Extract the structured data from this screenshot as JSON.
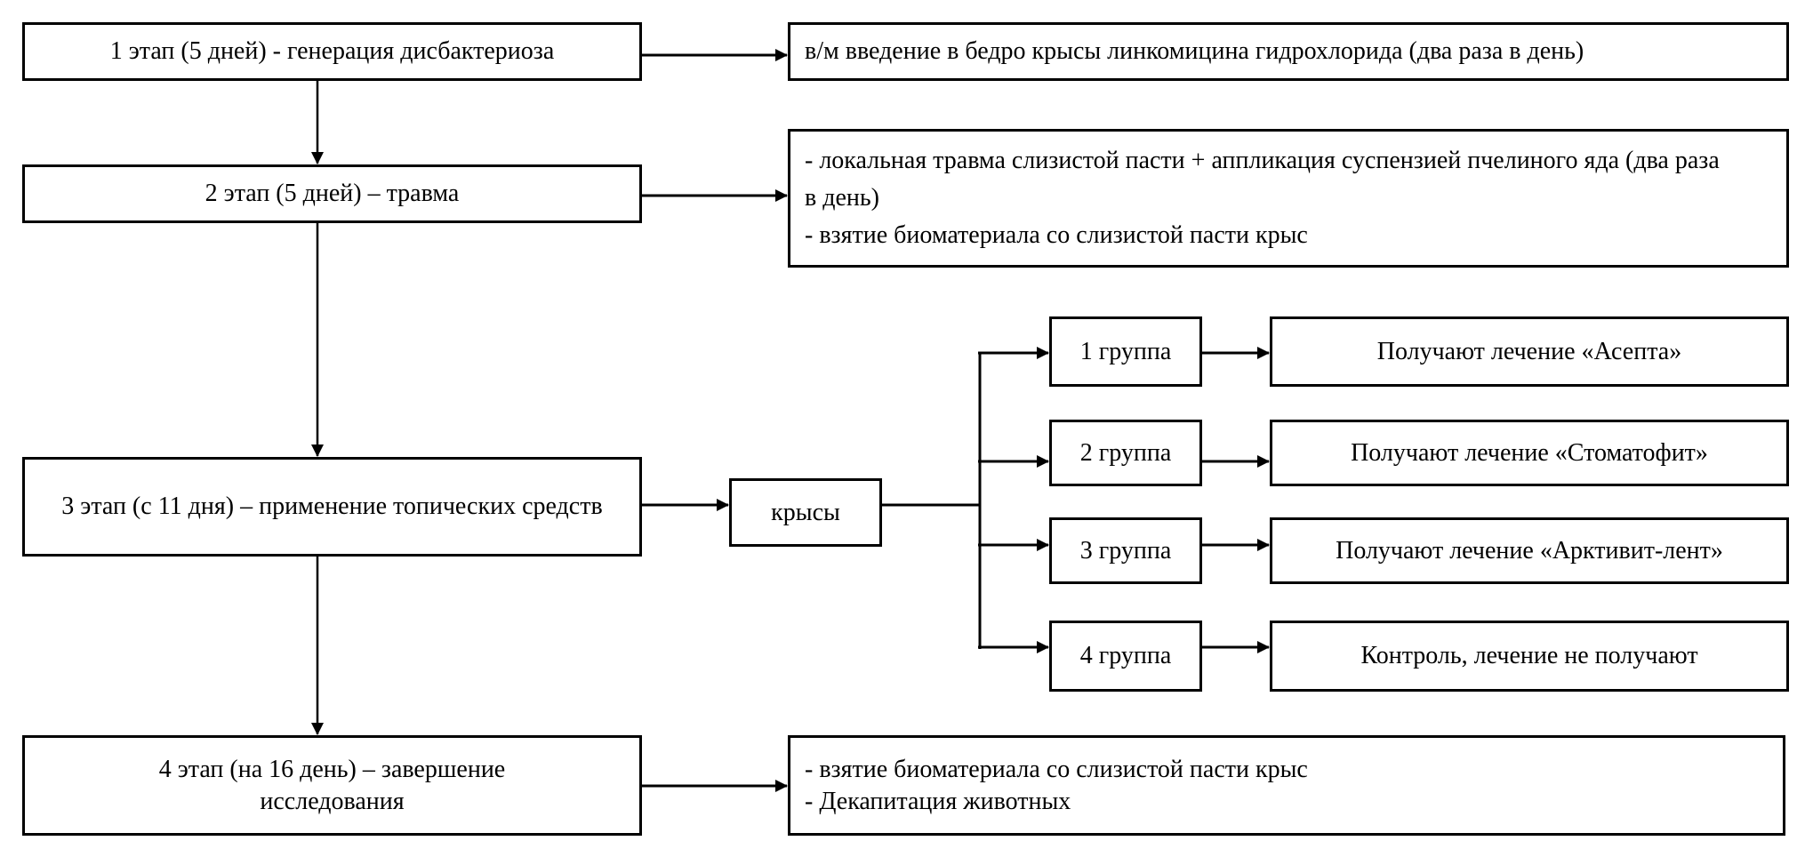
{
  "diagram": {
    "stages": [
      {
        "id": "stage1",
        "label": "1 этап  (5 дней) - генерация дисбактериоза"
      },
      {
        "id": "stage2",
        "label": "2 этап  (5 дней) – травма"
      },
      {
        "id": "stage3",
        "label": "3 этап  (с 11 дня) – применение топических средств"
      },
      {
        "id": "stage4",
        "label": "4 этап  (на 16 день) – завершение исследования"
      }
    ],
    "details": {
      "stage1": [
        "в/м введение в бедро крысы линкомицина гидрохлорида (два раза в день)"
      ],
      "stage2": [
        "- локальная травма слизистой пасти + аппликация суспензией пчелиного яда (два раза в день)",
        "- взятие биоматериала со слизистой пасти крыс"
      ],
      "stage4": [
        "- взятие биоматериала со слизистой пасти крыс",
        "- Декапитация животных"
      ]
    },
    "subject": {
      "label": "крысы"
    },
    "groups": [
      {
        "label": "1 группа",
        "treatment": "Получают лечение «Асепта»"
      },
      {
        "label": "2 группа",
        "treatment": "Получают лечение «Стоматофит»"
      },
      {
        "label": "3 группа",
        "treatment": "Получают лечение «Арктивит-лент»"
      },
      {
        "label": "4 группа",
        "treatment": "Контроль, лечение не получают"
      }
    ],
    "colors": {
      "line": "#000000",
      "box_fill": "#ffffff",
      "text": "#000000"
    }
  }
}
